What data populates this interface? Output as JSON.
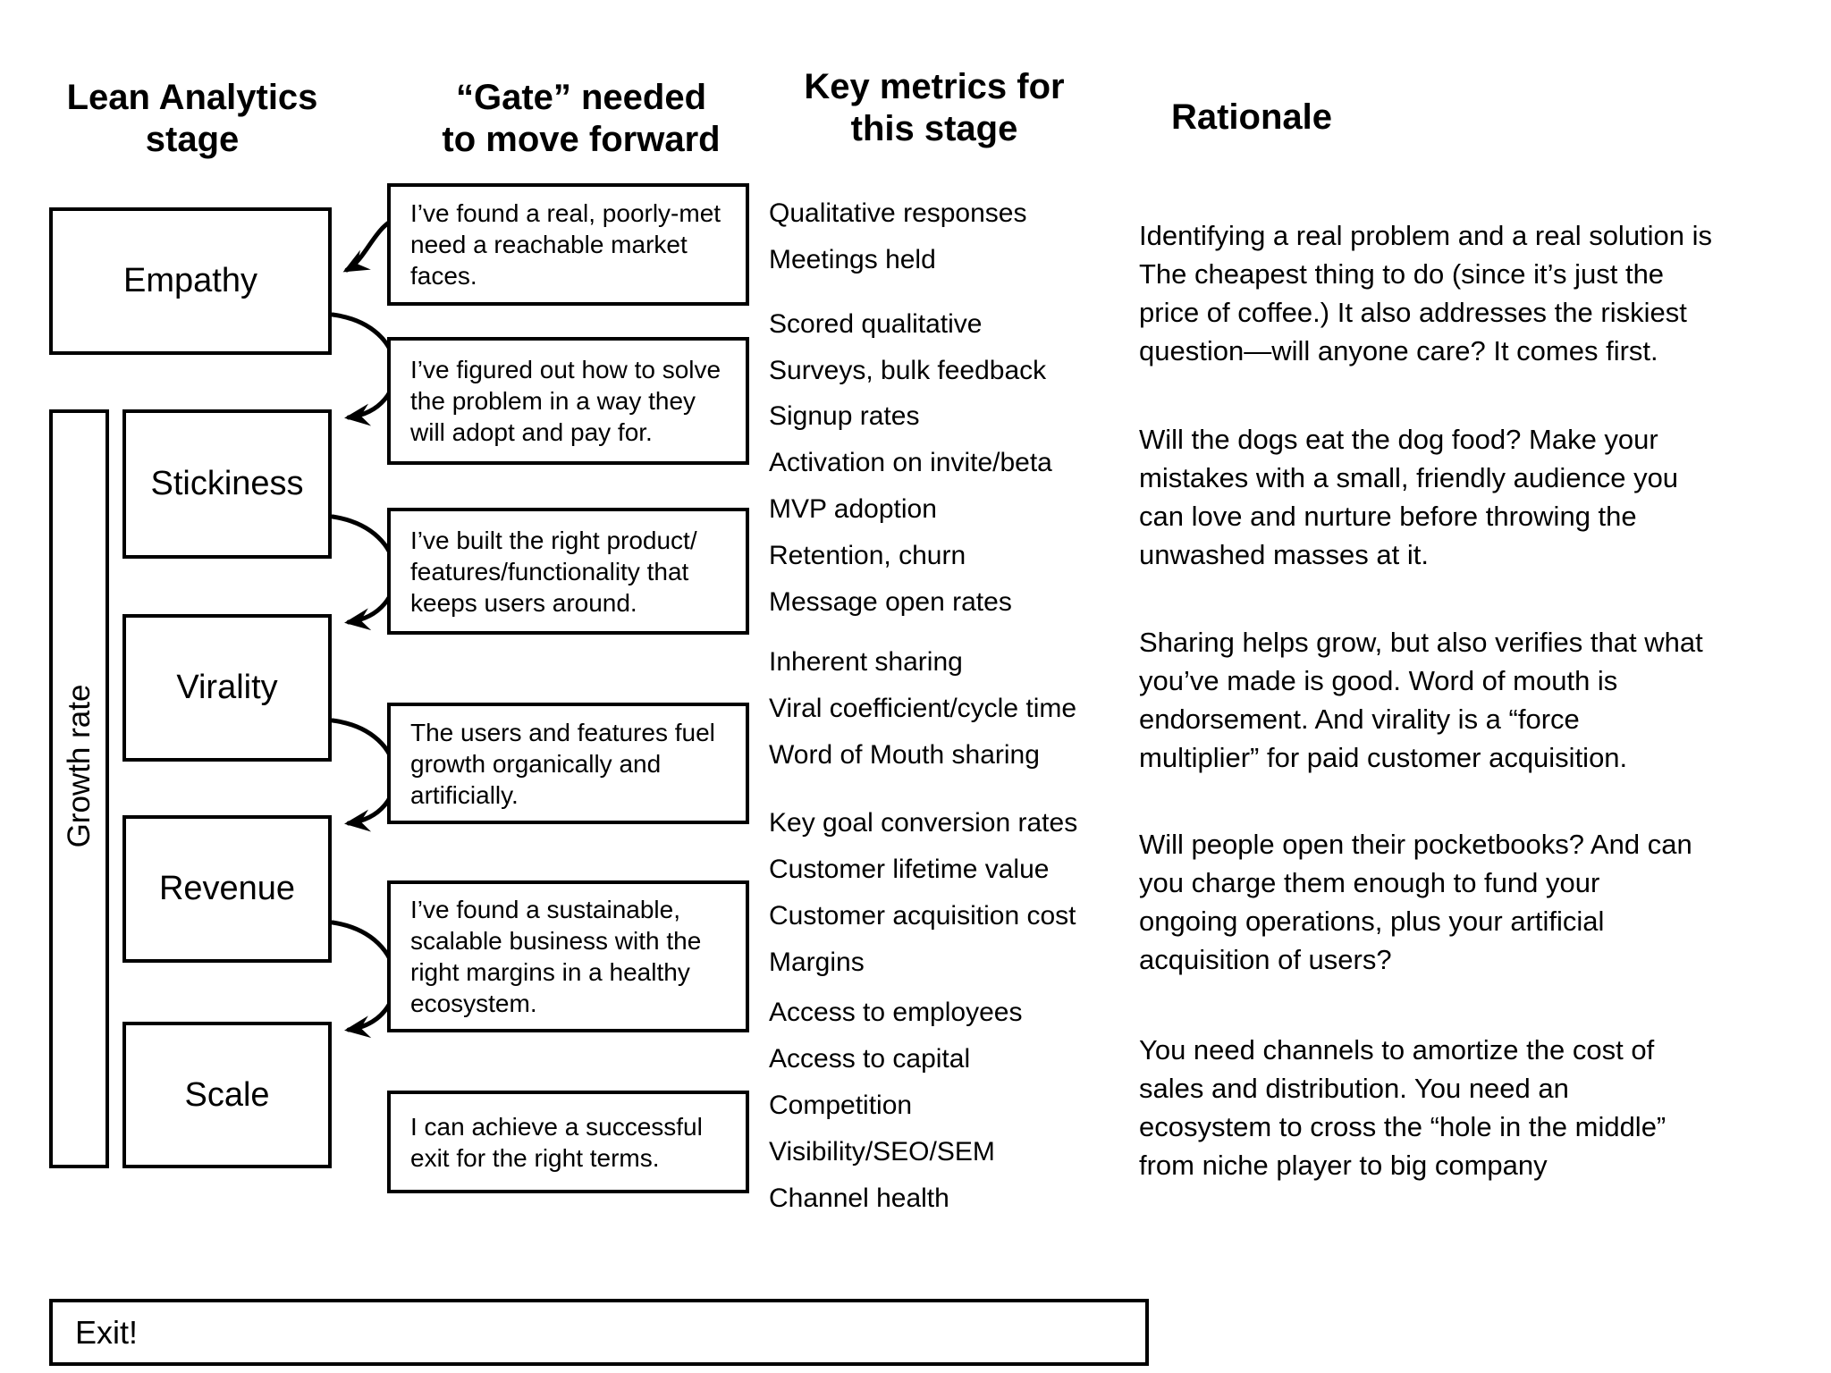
{
  "headers": {
    "stage": "Lean Analytics\nstage",
    "gate": "“Gate” needed\nto move forward",
    "metrics": "Key metrics for\nthis stage",
    "rationale": "Rationale"
  },
  "stages": {
    "growth_rate_label": "Growth rate",
    "items": [
      {
        "label": "Empathy"
      },
      {
        "label": "Stickiness"
      },
      {
        "label": "Virality"
      },
      {
        "label": "Revenue"
      },
      {
        "label": "Scale"
      }
    ],
    "exit_label": "Exit!"
  },
  "gates": {
    "items": [
      {
        "text": "I’ve found a real, poorly-met\nneed a reachable market\nfaces."
      },
      {
        "text": "I’ve figured out how to solve\nthe problem in a way they\nwill adopt and pay for."
      },
      {
        "text": "I’ve built the right product/\nfeatures/functionality that\nkeeps users around."
      },
      {
        "text": "The users and features fuel\ngrowth organically and\nartificially."
      },
      {
        "text": "I’ve found a sustainable,\nscalable business with the\nright margins in a healthy\necosystem."
      },
      {
        "text": "I can achieve a successful\nexit for the right terms."
      }
    ]
  },
  "metrics": {
    "groups": [
      {
        "items": [
          "Qualitative responses",
          "Meetings held"
        ]
      },
      {
        "items": [
          "Scored qualitative",
          "Surveys, bulk feedback"
        ]
      },
      {
        "items": [
          "Signup rates",
          "Activation on invite/beta",
          "MVP adoption",
          "Retention, churn",
          "Message open rates"
        ]
      },
      {
        "items": [
          "Inherent sharing",
          "Viral coefficient/cycle time",
          "Word of Mouth sharing"
        ]
      },
      {
        "items": [
          "Key goal conversion rates",
          "Customer lifetime value",
          "Customer acquisition cost",
          "Margins"
        ]
      },
      {
        "items": [
          "Access to employees",
          "Access to capital",
          "Competition",
          "Visibility/SEO/SEM",
          "Channel health"
        ]
      }
    ]
  },
  "rationale": {
    "paragraphs": [
      "Identifying a real problem and a real solution is\nThe cheapest thing to do (since it’s just the\nprice of coffee.) It also addresses the riskiest\nquestion—will anyone care? It comes first.",
      "Will the dogs eat the dog food? Make your\nmistakes with a small, friendly audience you\ncan love and nurture before throwing the\nunwashed masses at it.",
      "Sharing helps grow, but also verifies that what\nyou’ve made is good. Word of mouth is\nendorsement. And virality is a “force\nmultiplier” for paid customer acquisition.",
      "Will people open their pocketbooks? And can\nyou charge them enough to fund your\nongoing operations, plus your artificial\nacquisition of users?",
      "You need channels to amortize the cost of\nsales and distribution. You need an\necosystem to cross the “hole in the middle”\nfrom niche player to big company"
    ]
  },
  "colors": {
    "ink": "#000000",
    "background": "#ffffff"
  }
}
